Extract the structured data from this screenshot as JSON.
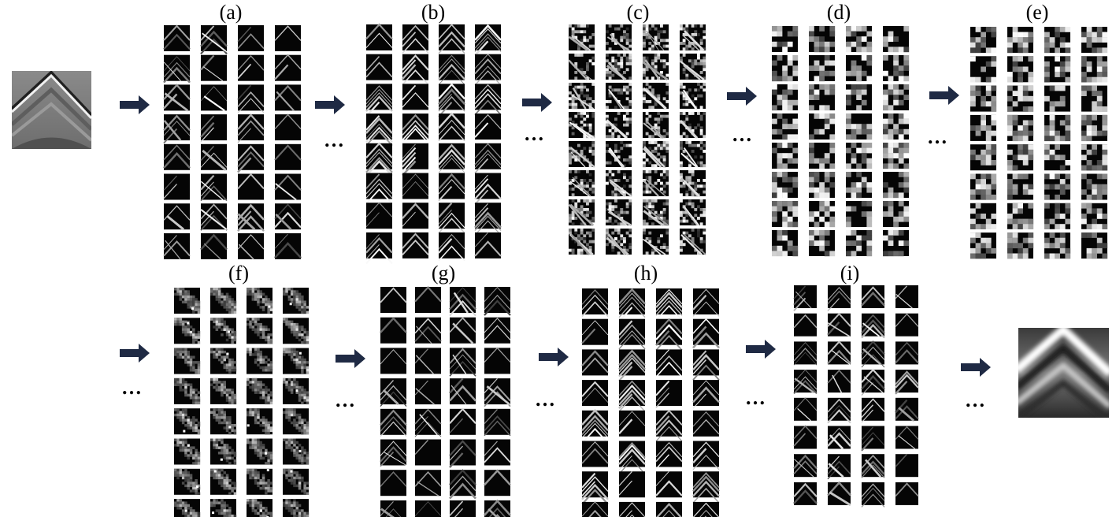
{
  "diagram": {
    "stages": [
      {
        "id": "a",
        "label": "(a)",
        "rows": 8,
        "cols": 4,
        "style": "chevron-sparse"
      },
      {
        "id": "b",
        "label": "(b)",
        "rows": 8,
        "cols": 4,
        "style": "chevron-dense"
      },
      {
        "id": "c",
        "label": "(c)",
        "rows": 8,
        "cols": 4,
        "style": "noisy-diagonal"
      },
      {
        "id": "d",
        "label": "(d)",
        "rows": 8,
        "cols": 4,
        "style": "blocky"
      },
      {
        "id": "e",
        "label": "(e)",
        "rows": 8,
        "cols": 4,
        "style": "blocky"
      },
      {
        "id": "f",
        "label": "(f)",
        "rows": 8,
        "cols": 4,
        "style": "blurry-blob"
      },
      {
        "id": "g",
        "label": "(g)",
        "rows": 8,
        "cols": 4,
        "style": "chevron-sparse"
      },
      {
        "id": "h",
        "label": "(h)",
        "rows": 8,
        "cols": 4,
        "style": "chevron-dense"
      },
      {
        "id": "i",
        "label": "(i)",
        "rows": 8,
        "cols": 4,
        "style": "chevron-sparse"
      }
    ],
    "ellipsis_text": "…",
    "input_image": "input-seismic-chevron",
    "output_image": "output-seismic-chevron",
    "arrow_color": "#1f2a44"
  }
}
